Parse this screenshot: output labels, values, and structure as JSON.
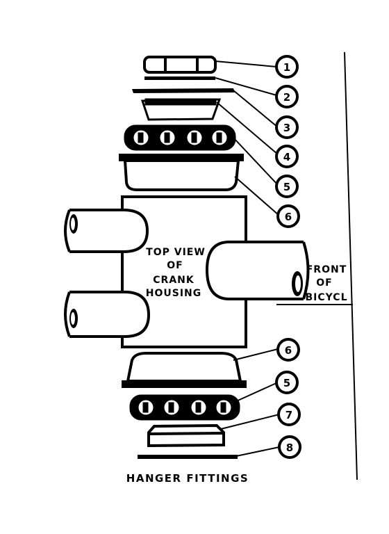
{
  "diagram": {
    "housing_text": [
      "TOP VIEW",
      "OF",
      "CRANK",
      "HOUSING"
    ],
    "front_text": [
      "FRONT",
      "OF",
      "BICYCL"
    ],
    "caption": "HANGER FITTINGS",
    "callouts": [
      "1",
      "2",
      "3",
      "4",
      "5",
      "6",
      "6",
      "5",
      "7",
      "8"
    ]
  }
}
